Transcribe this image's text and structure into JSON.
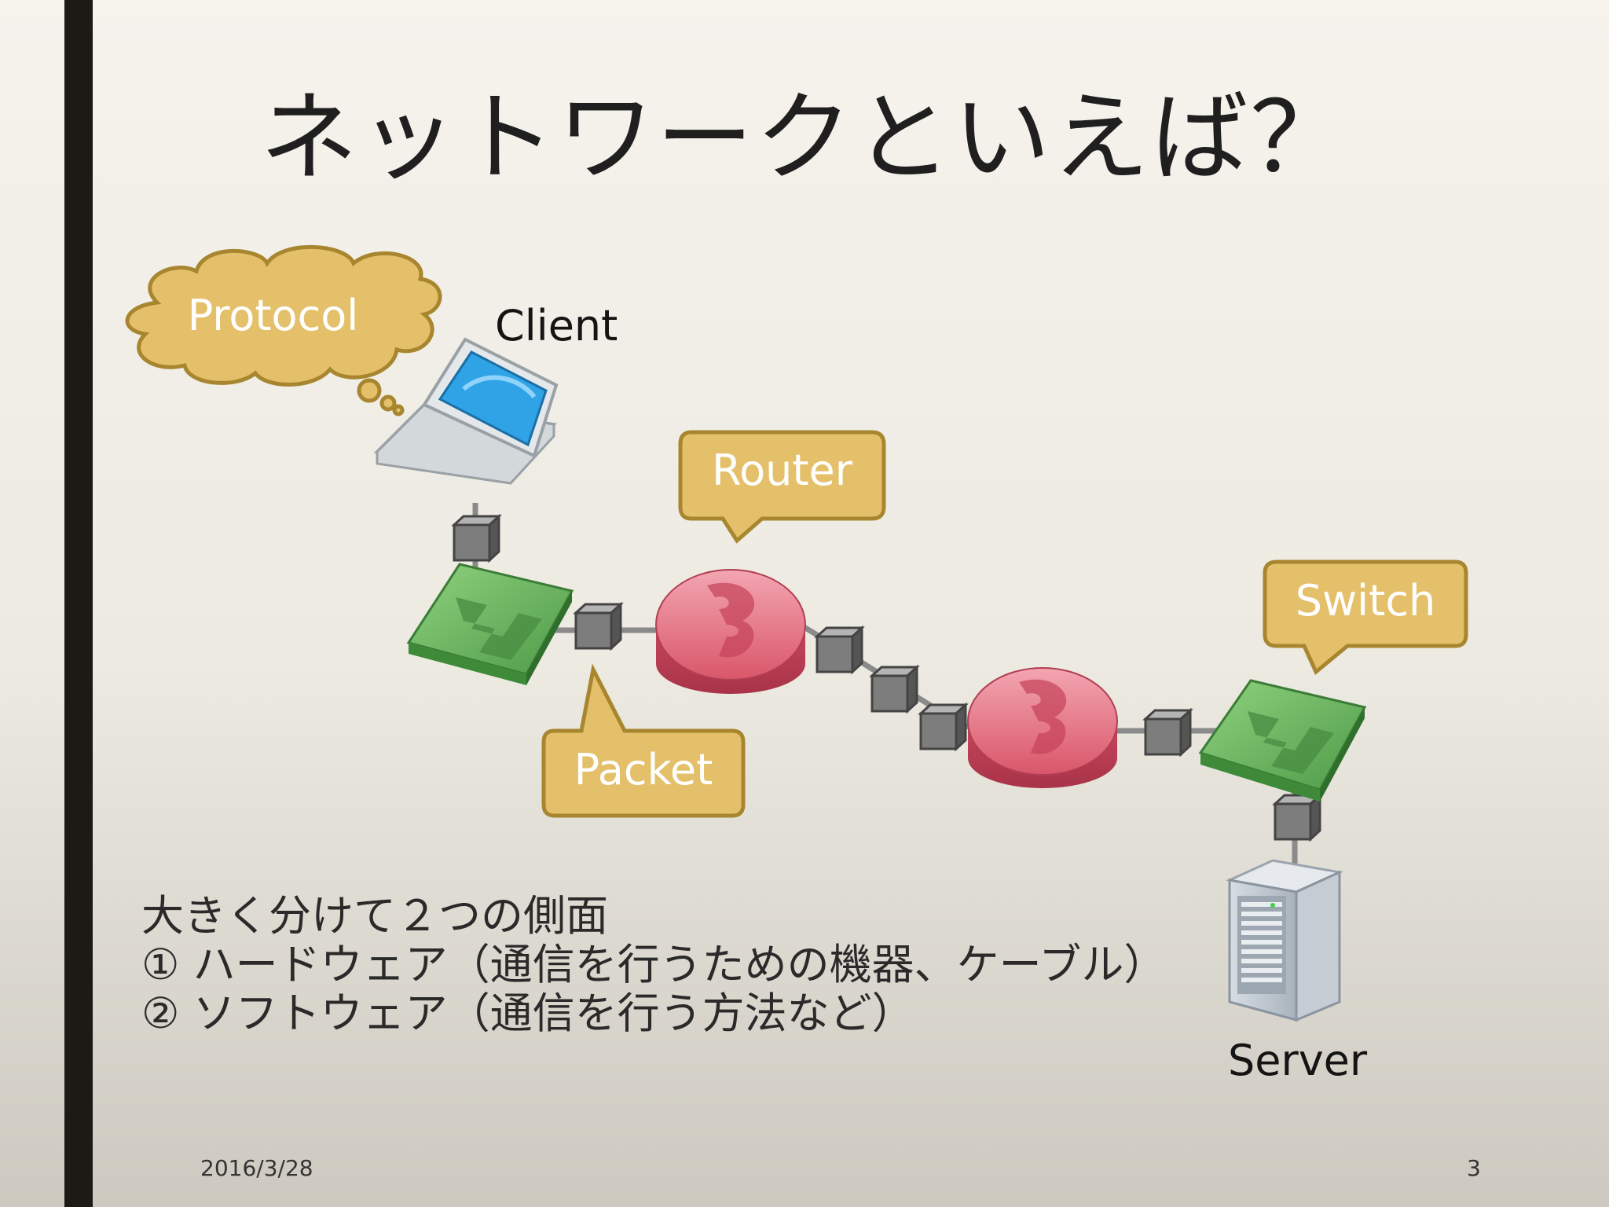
{
  "slide": {
    "title": "ネットワークといえば？",
    "labels": {
      "client": "Client",
      "server": "Server"
    },
    "callouts": {
      "protocol": "Protocol",
      "router": "Router",
      "switch": "Switch",
      "packet": "Packet"
    },
    "body": {
      "line1": "大きく分けて２つの側面",
      "line2": "① ハードウェア（通信を行うための機器、ケーブル）",
      "line3": "② ソフトウェア（通信を行う方法など）"
    },
    "footer": {
      "date": "2016/3/28",
      "page": "3"
    },
    "colors": {
      "callout_fill": "#e4c06a",
      "callout_stroke": "#b08d35",
      "router_fill": "#d9566a",
      "switch_fill": "#5ea655",
      "packet_fill": "#7d7d7d",
      "laptop_screen": "#2fa3e6"
    }
  }
}
